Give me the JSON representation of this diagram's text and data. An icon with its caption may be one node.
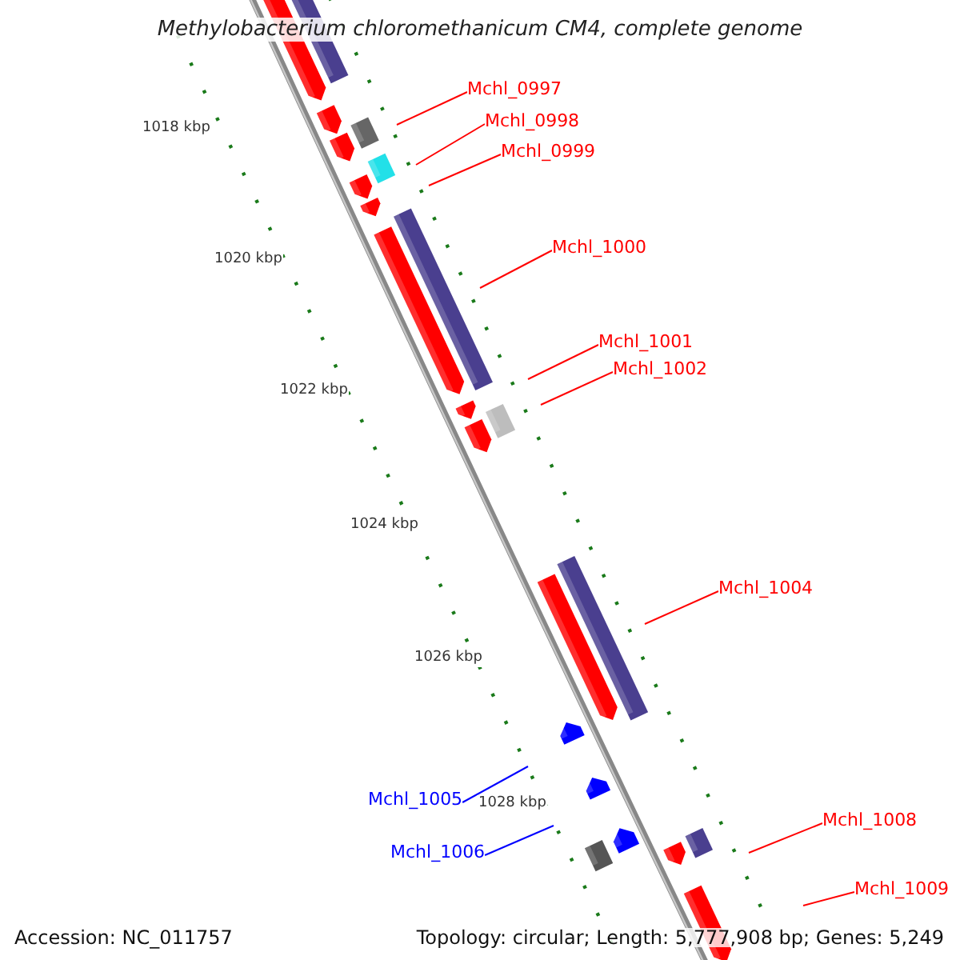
{
  "diagram": {
    "title": "Methylobacterium chloromethanicum CM4, complete genome",
    "nodes": [
      {
        "text": [
          "Mchl_0997"
        ]
      },
      {
        "text": [
          "Mchl_0998"
        ]
      },
      {
        "text": [
          "Mchl_0999"
        ]
      },
      {
        "text": [
          "Mchl_1000"
        ]
      },
      {
        "text": [
          "Mchl_1001"
        ]
      },
      {
        "text": [
          "Mchl_1002"
        ]
      },
      {
        "text": [
          "Mchl_1004"
        ]
      },
      {
        "text": [
          "Mchl_1005"
        ]
      },
      {
        "text": [
          "Mchl_1006"
        ]
      },
      {
        "text": [
          "Mchl_1008"
        ]
      },
      {
        "text": [
          "Mchl_1009"
        ]
      }
    ],
    "edges": [
      {
        "from": 0,
        "to": null,
        "arrow": "none"
      },
      {
        "from": 1,
        "to": null,
        "arrow": "none"
      },
      {
        "from": 2,
        "to": null,
        "arrow": "none"
      },
      {
        "from": 3,
        "to": null,
        "arrow": "none"
      },
      {
        "from": 4,
        "to": null,
        "arrow": "none"
      },
      {
        "from": 5,
        "to": null,
        "arrow": "none"
      },
      {
        "from": 6,
        "to": null,
        "arrow": "none"
      },
      {
        "from": 7,
        "to": null,
        "arrow": "none",
        "color": "#0000ff"
      },
      {
        "from": 8,
        "to": null,
        "arrow": "none",
        "color": "#0000ff"
      },
      {
        "from": 9,
        "to": null,
        "arrow": "none"
      },
      {
        "from": 10,
        "to": null,
        "arrow": "none"
      }
    ],
    "labels": [
      "1018 kbp",
      "1020 kbp",
      "1022 kbp",
      "1024 kbp",
      "1026 kbp",
      "1028 kbp",
      "Accession: NC_011757",
      "Topology: circular; Length: 5,777,908 bp; Genes: 5,249"
    ]
  }
}
